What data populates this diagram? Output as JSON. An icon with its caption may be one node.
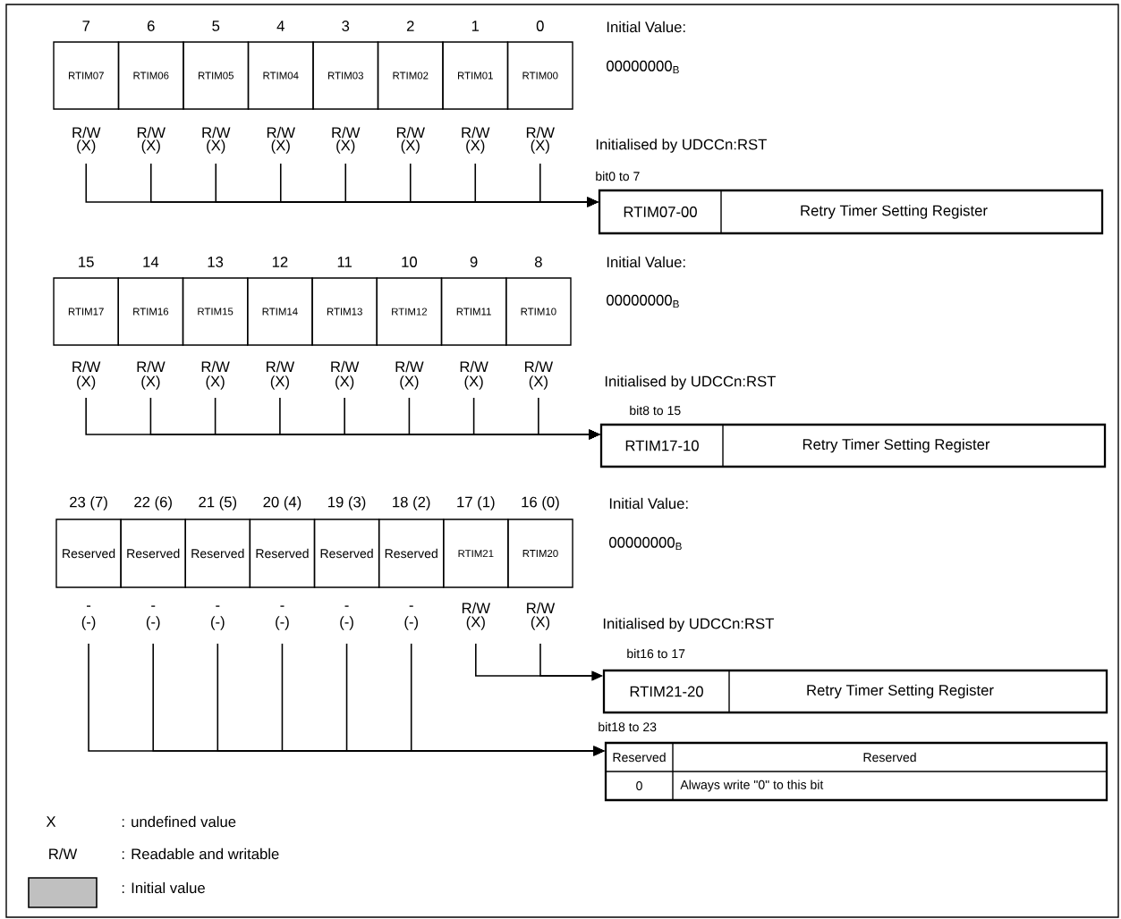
{
  "diagram": {
    "nodes": [
      {
        "text": [
          "RTIM07"
        ],
        "beside": [
          "7",
          "R/W",
          "(X)"
        ]
      },
      {
        "text": [
          "RTIM06"
        ],
        "beside": [
          "6",
          "R/W",
          "(X)"
        ]
      },
      {
        "text": [
          "RTIM05"
        ],
        "beside": [
          "5",
          "R/W",
          "(X)"
        ]
      },
      {
        "text": [
          "RTIM04"
        ],
        "beside": [
          "4",
          "R/W",
          "(X)"
        ]
      },
      {
        "text": [
          "RTIM03"
        ],
        "beside": [
          "3",
          "R/W",
          "(X)"
        ]
      },
      {
        "text": [
          "RTIM02"
        ],
        "beside": [
          "2",
          "R/W",
          "(X)"
        ]
      },
      {
        "text": [
          "RTIM01"
        ],
        "beside": [
          "1",
          "R/W",
          "(X)"
        ]
      },
      {
        "text": [
          "RTIM00"
        ],
        "beside": [
          "0",
          "R/W",
          "(X)"
        ]
      },
      {
        "text": [
          "RTIM07-00",
          "Retry Timer Setting Register"
        ],
        "beside": [
          "bit0 to 7"
        ]
      },
      {
        "text": [
          "RTIM17"
        ],
        "beside": [
          "15",
          "R/W",
          "(X)"
        ]
      },
      {
        "text": [
          "RTIM16"
        ],
        "beside": [
          "14",
          "R/W",
          "(X)"
        ]
      },
      {
        "text": [
          "RTIM15"
        ],
        "beside": [
          "13",
          "R/W",
          "(X)"
        ]
      },
      {
        "text": [
          "RTIM14"
        ],
        "beside": [
          "12",
          "R/W",
          "(X)"
        ]
      },
      {
        "text": [
          "RTIM13"
        ],
        "beside": [
          "11",
          "R/W",
          "(X)"
        ]
      },
      {
        "text": [
          "RTIM12"
        ],
        "beside": [
          "10",
          "R/W",
          "(X)"
        ]
      },
      {
        "text": [
          "RTIM11"
        ],
        "beside": [
          "9",
          "R/W",
          "(X)"
        ]
      },
      {
        "text": [
          "RTIM10"
        ],
        "beside": [
          "8",
          "R/W",
          "(X)"
        ]
      },
      {
        "text": [
          "RTIM17-10",
          "Retry Timer Setting Register"
        ],
        "beside": [
          "bit8 to 15"
        ]
      },
      {
        "text": [
          "Reserved"
        ],
        "beside": [
          "23 (7)",
          "-",
          "(-)"
        ]
      },
      {
        "text": [
          "Reserved"
        ],
        "beside": [
          "22 (6)",
          "-",
          "(-)"
        ]
      },
      {
        "text": [
          "Reserved"
        ],
        "beside": [
          "21 (5)",
          "-",
          "(-)"
        ]
      },
      {
        "text": [
          "Reserved"
        ],
        "beside": [
          "20 (4)",
          "-",
          "(-)"
        ]
      },
      {
        "text": [
          "Reserved"
        ],
        "beside": [
          "19 (3)",
          "-",
          "(-)"
        ]
      },
      {
        "text": [
          "Reserved"
        ],
        "beside": [
          "18 (2)",
          "-",
          "(-)"
        ]
      },
      {
        "text": [
          "RTIM21"
        ],
        "beside": [
          "17 (1)",
          "R/W",
          "(X)"
        ]
      },
      {
        "text": [
          "RTIM20"
        ],
        "beside": [
          "16 (0)",
          "R/W",
          "(X)"
        ]
      },
      {
        "text": [
          "RTIM21-20",
          "Retry Timer Setting Register"
        ],
        "beside": [
          "bit16 to 17"
        ]
      },
      {
        "text": [
          "Reserved",
          "Reserved",
          "0",
          "Always write \"0\" to this bit"
        ],
        "beside": [
          "bit18 to 23"
        ]
      }
    ],
    "edges": [
      {
        "from": 0,
        "to": 8,
        "arrow": "to"
      },
      {
        "from": 1,
        "to": 8,
        "arrow": "to"
      },
      {
        "from": 2,
        "to": 8,
        "arrow": "to"
      },
      {
        "from": 3,
        "to": 8,
        "arrow": "to"
      },
      {
        "from": 4,
        "to": 8,
        "arrow": "to"
      },
      {
        "from": 5,
        "to": 8,
        "arrow": "to"
      },
      {
        "from": 6,
        "to": 8,
        "arrow": "to"
      },
      {
        "from": 7,
        "to": 8,
        "arrow": "to"
      },
      {
        "from": 9,
        "to": 17,
        "arrow": "to"
      },
      {
        "from": 10,
        "to": 17,
        "arrow": "to"
      },
      {
        "from": 11,
        "to": 17,
        "arrow": "to"
      },
      {
        "from": 12,
        "to": 17,
        "arrow": "to"
      },
      {
        "from": 13,
        "to": 17,
        "arrow": "to"
      },
      {
        "from": 14,
        "to": 17,
        "arrow": "to"
      },
      {
        "from": 15,
        "to": 17,
        "arrow": "to"
      },
      {
        "from": 16,
        "to": 17,
        "arrow": "to"
      },
      {
        "from": 18,
        "to": 27,
        "arrow": "to"
      },
      {
        "from": 19,
        "to": 27,
        "arrow": "to"
      },
      {
        "from": 20,
        "to": 27,
        "arrow": "to"
      },
      {
        "from": 21,
        "to": 27,
        "arrow": "to"
      },
      {
        "from": 22,
        "to": 27,
        "arrow": "to"
      },
      {
        "from": 23,
        "to": 27,
        "arrow": "to"
      },
      {
        "from": 24,
        "to": 26,
        "arrow": "to"
      },
      {
        "from": 25,
        "to": 26,
        "arrow": "to"
      }
    ],
    "labels": [
      "Initial Value:",
      "00000000$_{B}$",
      "Initialised by UDCCn:RST",
      "Initial Value:",
      "00000000$_{B}$",
      "Initialised by UDCCn:RST",
      "Initial Value:",
      "00000000$_{B}$",
      "Initialised by UDCCn:RST",
      "X",
      ": undefined value",
      "R/W",
      ": Readable and writable"
    ],
    "legend": [
      {
        "text": ": Initial value",
        "color": "#c0c0c0"
      }
    ]
  }
}
